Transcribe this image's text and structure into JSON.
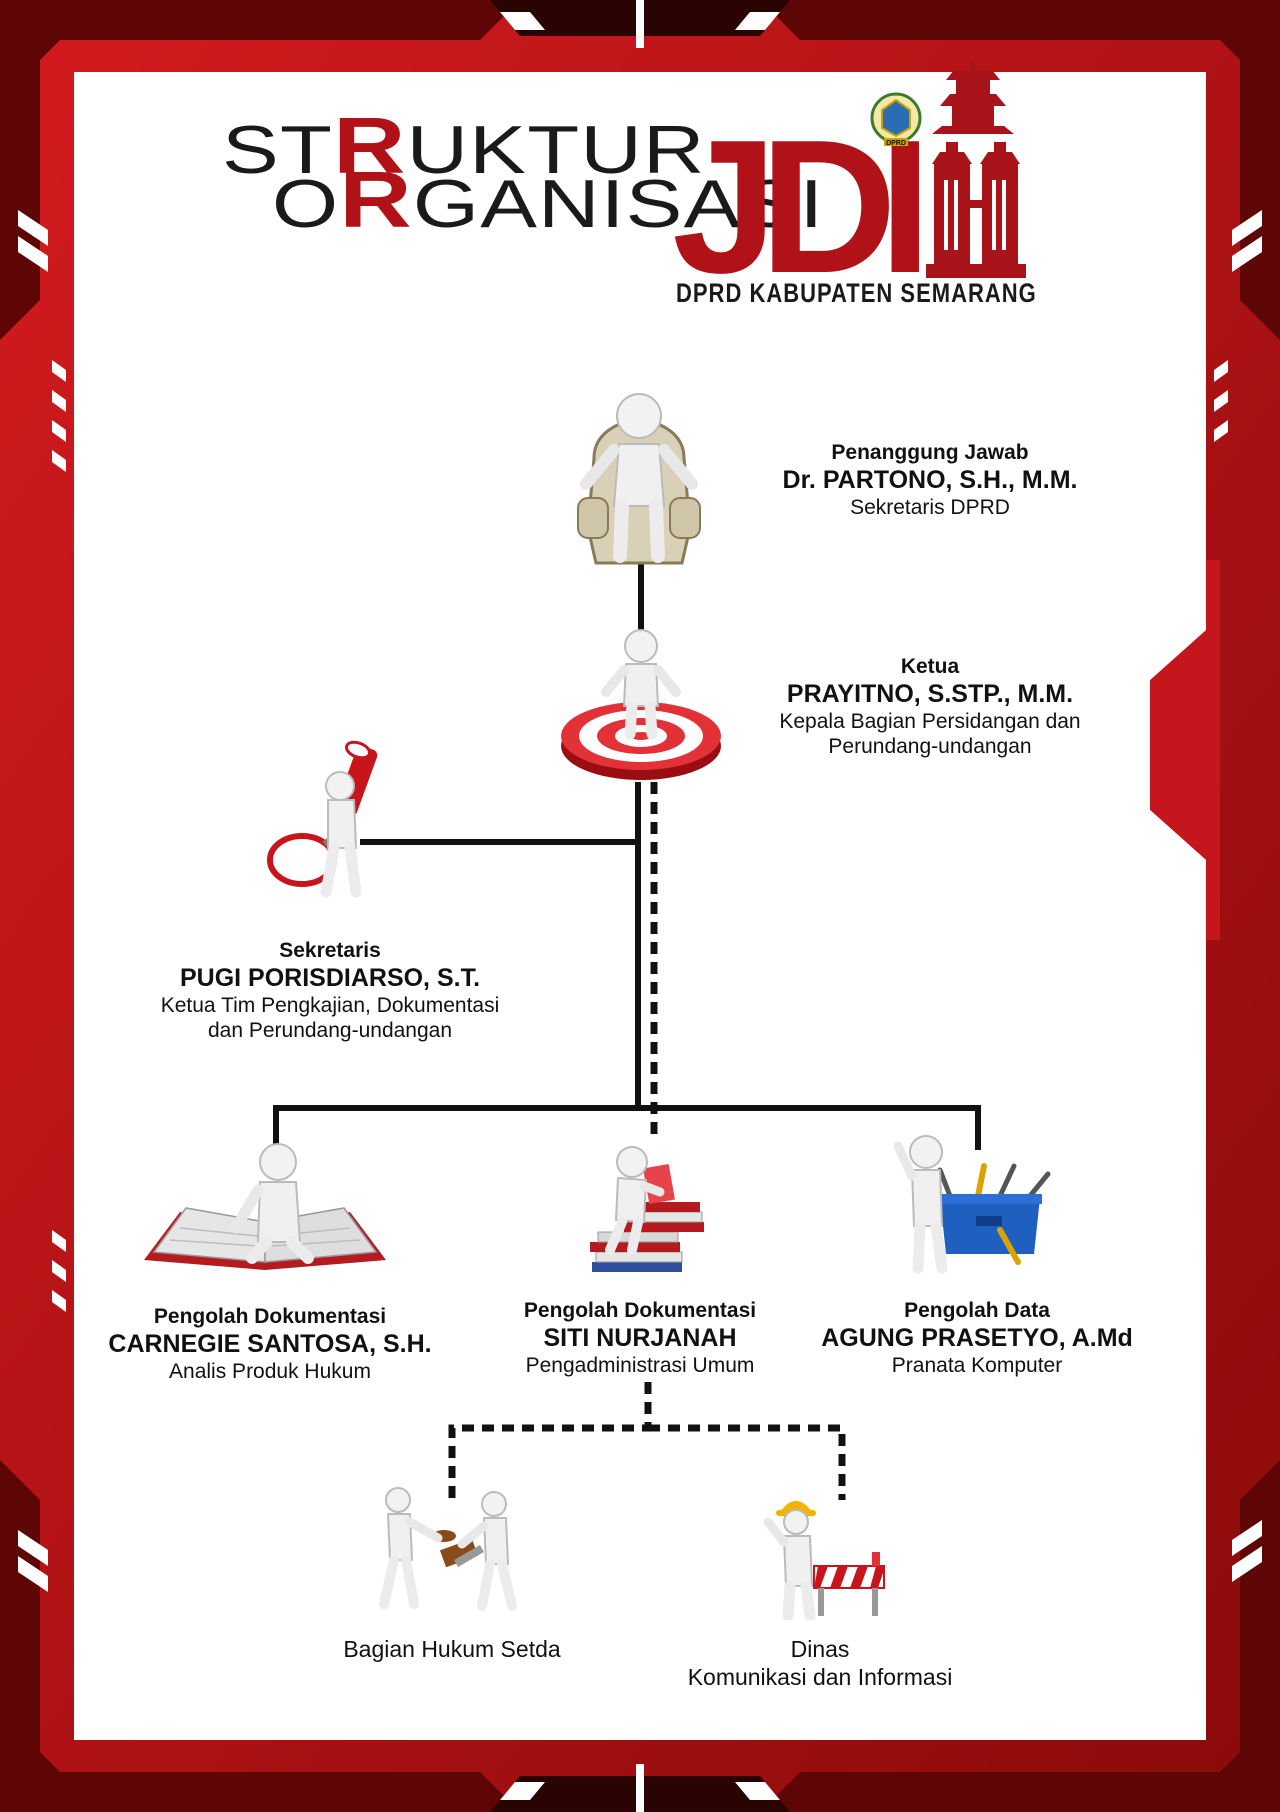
{
  "header": {
    "title_line1_prefix": "ST",
    "title_line1_red": "R",
    "title_line1_suffix": "UKTUR",
    "title_line2_prefix": "O",
    "title_line2_red": "R",
    "title_line2_suffix": "GANISASI",
    "brand": "JDI",
    "brand_sub": "DPRD KABUPATEN SEMARANG",
    "seal_text": "DPRD"
  },
  "colors": {
    "frame_dark": "#5e0606",
    "frame_red": "#c4161c",
    "accent_red": "#b01218",
    "line": "#111111"
  },
  "nodes": {
    "penanggung_jawab": {
      "role": "Penanggung Jawab",
      "name": "Dr. PARTONO, S.H., M.M.",
      "position": "Sekretaris DPRD",
      "icon": "throne-figure-icon"
    },
    "ketua": {
      "role": "Ketua",
      "name": "PRAYITNO, S.STP., M.M.",
      "position_line1": "Kepala Bagian Persidangan dan",
      "position_line2": "Perundang-undangan",
      "icon": "target-figure-icon"
    },
    "sekretaris": {
      "role": "Sekretaris",
      "name": "PUGI PORISDIARSO, S.T.",
      "position_line1": "Ketua Tim Pengkajian, Dokumentasi",
      "position_line2": "dan Perundang-undangan",
      "icon": "magnifier-figure-icon"
    },
    "pengolah_dok_1": {
      "role": "Pengolah Dokumentasi",
      "name": "CARNEGIE SANTOSA, S.H.",
      "position": "Analis Produk Hukum",
      "icon": "book-figure-icon"
    },
    "pengolah_dok_2": {
      "role": "Pengolah Dokumentasi",
      "name": "SITI NURJANAH",
      "position": "Pengadministrasi Umum",
      "icon": "books-figure-icon"
    },
    "pengolah_data": {
      "role": "Pengolah Data",
      "name": "AGUNG PRASETYO, A.Md",
      "position": "Pranata Komputer",
      "icon": "toolbox-figure-icon"
    },
    "bagian_hukum": {
      "label": "Bagian Hukum Setda",
      "icon": "handshake-figures-icon"
    },
    "dinas_kominfo": {
      "label_line1": "Dinas",
      "label_line2": "Komunikasi dan Informasi",
      "icon": "worker-figure-icon"
    }
  }
}
